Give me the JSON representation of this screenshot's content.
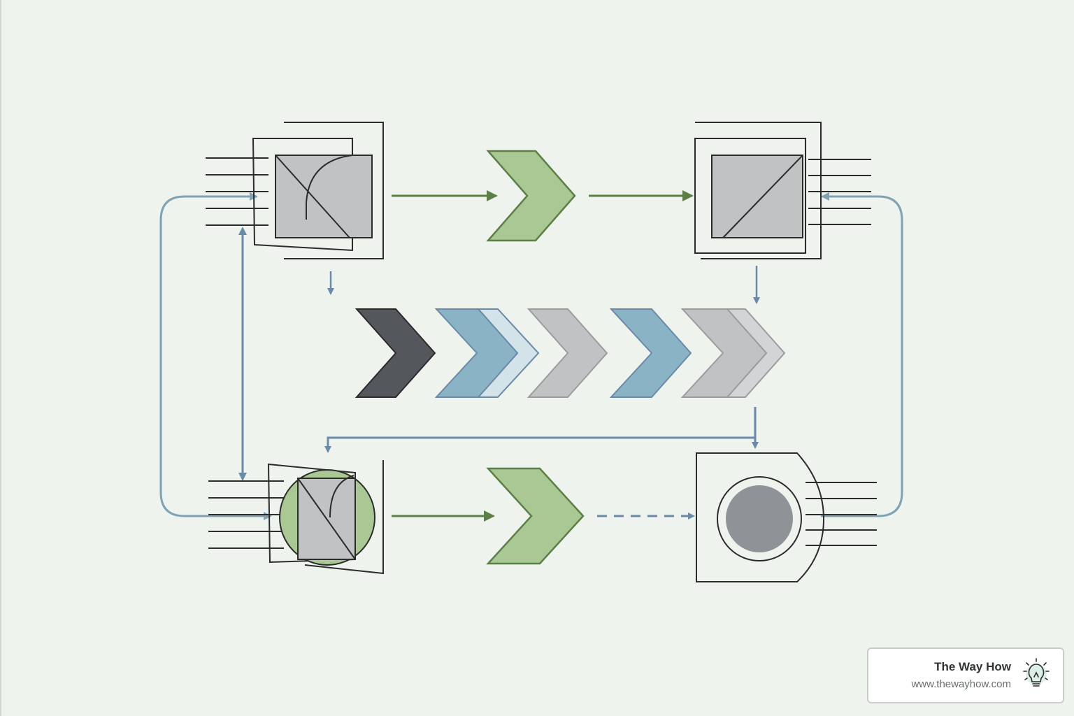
{
  "colors": {
    "background": "#eef3ee",
    "line_dark": "#2b2b2b",
    "flow_blue": "#6b8aa8",
    "loop_teal": "#7fa3b5",
    "green_fill": "#a9c894",
    "green_stroke": "#5b7f47",
    "gray_fill": "#c0c2c4",
    "dark_chevron": "#54575c",
    "blue_chevron": "#8ab3c5",
    "light_blue_chevron": "#d4e3ea",
    "module_dot": "#8f9297"
  },
  "diagram": {
    "chevron_row": [
      "dark",
      "blue-double",
      "gray",
      "blue",
      "gray-double"
    ],
    "icons": [
      "module-top-left",
      "module-top-right",
      "module-bottom-left",
      "module-bottom-right",
      "lightbulb-icon"
    ]
  },
  "brand": {
    "name": "The Way How",
    "url": "www.thewayhow.com"
  }
}
